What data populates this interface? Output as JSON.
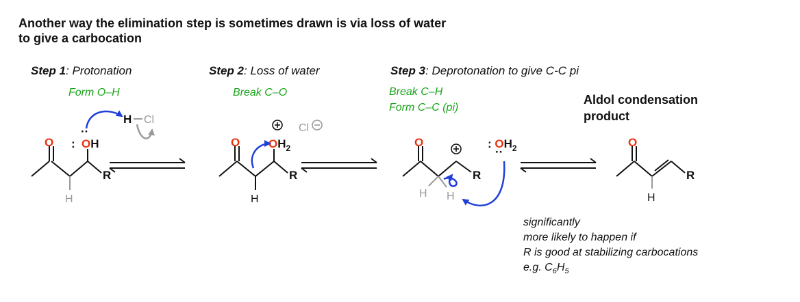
{
  "heading": {
    "line1": "Another way the elimination step is sometimes drawn is via loss of water",
    "line2": "to give a carbocation"
  },
  "steps": [
    {
      "number": "Step 1",
      "desc": ": Protonation",
      "action": "Form O–H"
    },
    {
      "number": "Step 2",
      "desc": ": Loss of water",
      "action": "Break C–O"
    },
    {
      "number": "Step 3",
      "desc": ": Deprotonation to give C-C pi",
      "action_line1": "Break C–H",
      "action_line2": "Form C–C (pi)"
    }
  ],
  "product": {
    "line1": "Aldol condensation",
    "line2": "product"
  },
  "atoms": {
    "O": "O",
    "H": "H",
    "R": "R",
    "Cl": "Cl",
    "OH": "OH",
    "OH2_O": "OH",
    "OH2_sub": "2",
    "water_colon": ": O",
    "water_H": "H",
    "water_sub": "2",
    "lone_colon": ":",
    "lone_dots": "··",
    "HCl_H": "H",
    "HCl_dash": "–",
    "HCl_Cl": "Cl",
    "plus": "+",
    "minus": "–"
  },
  "note": {
    "line1": "significantly",
    "line2": "more likely to happen if",
    "line3": "R is good at stabilizing carbocations",
    "line4_prefix": "e.g. C",
    "line4_sub1": "6",
    "line4_mid": "H",
    "line4_sub2": "5"
  },
  "colors": {
    "oxygen": "#e8320e",
    "green": "#1aa31a",
    "arrow_blue": "#1f3fd9",
    "gray": "#9a9a9a",
    "black": "#111111"
  }
}
